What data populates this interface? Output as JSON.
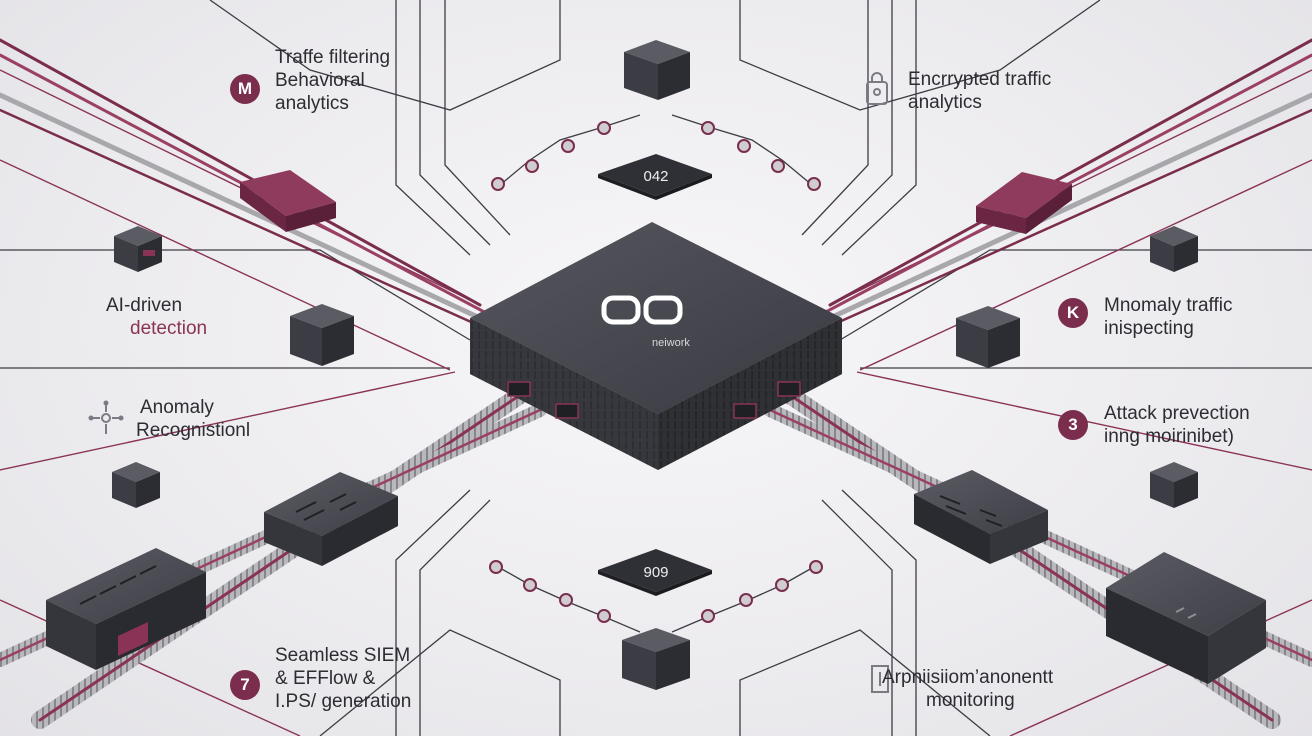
{
  "chip_top": {
    "code": "042"
  },
  "chip_bottom": {
    "code": "909"
  },
  "hub": {
    "brand": "neiwork"
  },
  "labels": {
    "traffic_filtering": {
      "badge": "M",
      "line1": "Traffe filtering",
      "line2": "Behavioral",
      "line3": "analytics"
    },
    "encrypted": {
      "icon": "lock-icon",
      "line1": "Encrrypted traffic",
      "line2": "analytics"
    },
    "ai_driven": {
      "line1": "AI-driven",
      "line2": "detection"
    },
    "anomaly_traffic": {
      "badge": "K",
      "line1": "Mnomaly traffic",
      "line2": "inispecting"
    },
    "anomaly_recognition": {
      "icon": "network-node-icon",
      "line1": "Anomaly",
      "line2": "Recognistionl"
    },
    "attack_prevention": {
      "badge": "3",
      "line1": "Attack prevection",
      "line2": "inng moirinibet)"
    },
    "siem": {
      "badge": "7",
      "line1": "Seamless SIEM",
      "line2": "& EFFlow &",
      "line3": "I.PS/ generation"
    },
    "app_monitoring": {
      "icon": "bracket-icon",
      "line1": "Arpniisiiom’anonentt",
      "line2": "monitoring"
    }
  },
  "colors": {
    "accent": "#7a2d4c",
    "device": "#3d3e45",
    "wire": "#8a3356",
    "background": "#eeedf0"
  }
}
